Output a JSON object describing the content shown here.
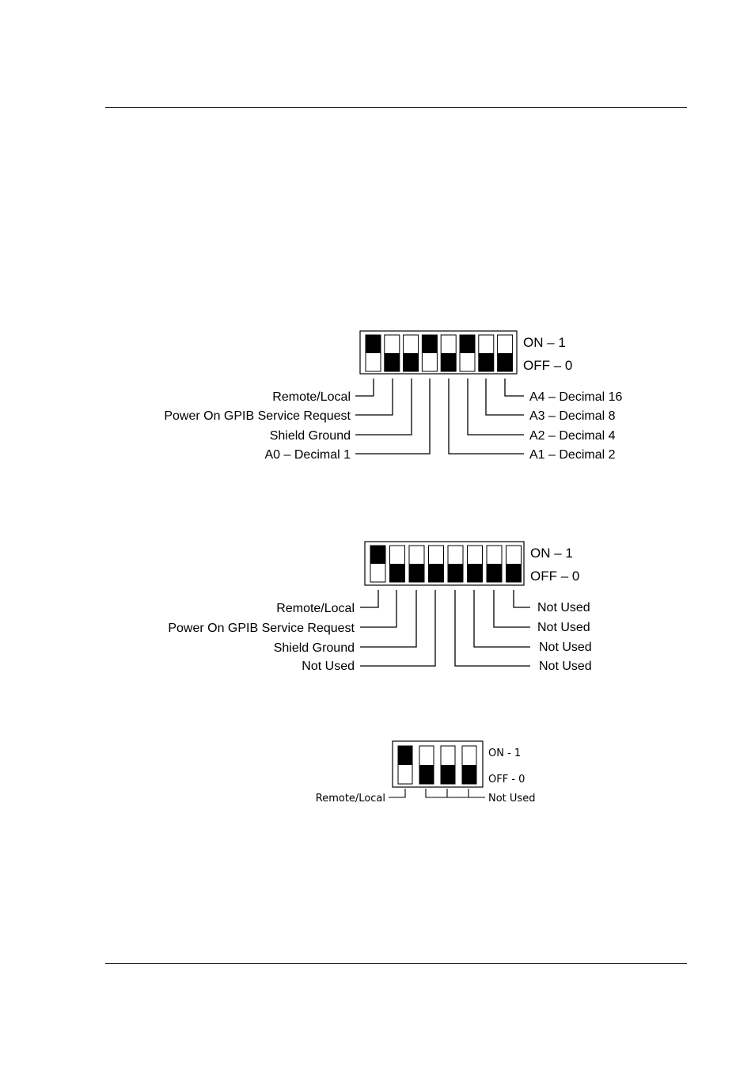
{
  "diagram1": {
    "on_label": "ON – 1",
    "off_label": "OFF – 0",
    "switch_states": [
      1,
      0,
      0,
      1,
      0,
      1,
      0,
      0
    ],
    "left_labels": [
      "Remote/Local",
      "Power On GPIB Service Request",
      "Shield Ground",
      "A0 – Decimal 1"
    ],
    "right_labels": [
      "A4 – Decimal 16",
      "A3 – Decimal 8",
      "A2 – Decimal 4",
      "A1 – Decimal 2"
    ]
  },
  "diagram2": {
    "on_label": "ON – 1",
    "off_label": "OFF – 0",
    "switch_states": [
      1,
      0,
      0,
      0,
      0,
      0,
      0,
      0
    ],
    "left_labels": [
      "Remote/Local",
      "Power On GPIB Service Request",
      "Shield Ground",
      "Not Used"
    ],
    "right_labels": [
      "Not Used",
      "Not Used",
      "Not Used",
      "Not Used"
    ]
  },
  "diagram3": {
    "on_label": "ON - 1",
    "off_label": "OFF - 0",
    "switch_states": [
      1,
      0,
      0,
      0
    ],
    "left_label": "Remote/Local",
    "right_label": "Not Used"
  }
}
